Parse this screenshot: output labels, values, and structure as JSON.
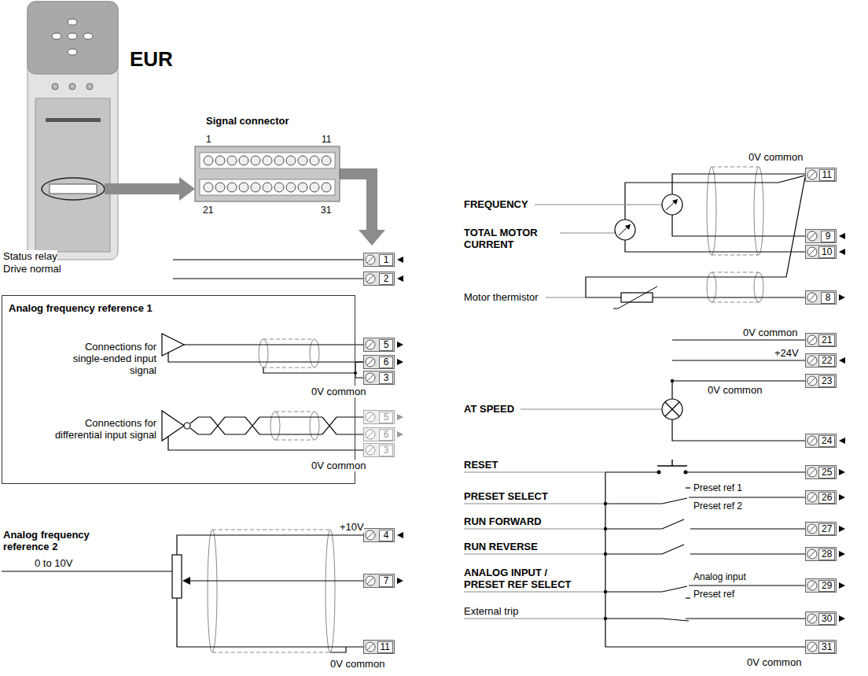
{
  "diagram": {
    "nodes": [
      {
        "text": [
          "1"
        ]
      },
      {
        "text": [
          "2"
        ]
      },
      {
        "text": [
          "Analog frequency reference 1",
          "Connections for single-ended input signal",
          "Connections for differential input signal"
        ]
      },
      {
        "text": [
          "5"
        ]
      },
      {
        "text": [
          "6"
        ]
      },
      {
        "text": [
          "3"
        ]
      },
      {
        "text": [
          "5"
        ]
      },
      {
        "text": [
          "6"
        ]
      },
      {
        "text": [
          "3"
        ]
      },
      {
        "text": [
          "4"
        ]
      },
      {
        "text": [
          "7"
        ]
      },
      {
        "text": [
          "11"
        ]
      },
      {
        "text": [
          "11"
        ]
      },
      {
        "text": [
          "9"
        ]
      },
      {
        "text": [
          "10"
        ]
      },
      {
        "text": [
          "8"
        ]
      },
      {
        "text": [
          "21"
        ]
      },
      {
        "text": [
          "22"
        ]
      },
      {
        "text": [
          "23"
        ]
      },
      {
        "text": [
          "24"
        ]
      },
      {
        "text": [
          "25"
        ]
      },
      {
        "text": [
          "26"
        ]
      },
      {
        "text": [
          "27"
        ]
      },
      {
        "text": [
          "28"
        ]
      },
      {
        "text": [
          "29"
        ]
      },
      {
        "text": [
          "30"
        ]
      },
      {
        "text": [
          "31"
        ]
      }
    ],
    "edges": [
      {
        "from": 4,
        "to": 5,
        "arrow": "none"
      }
    ],
    "labels": [
      "EUR",
      "Signal connector",
      "1",
      "11",
      "21",
      "31",
      "Status relay",
      "Drive normal",
      "0V common",
      "0V common",
      "+10V",
      "Analog frequency reference 2",
      "0 to 10V",
      "0V common",
      "0V common",
      "FREQUENCY",
      "TOTAL MOTOR CURRENT",
      "Motor thermistor",
      "0V common",
      "+24V",
      "0V common",
      "AT SPEED",
      "RESET",
      "PRESET SELECT",
      "Preset ref 1",
      "Preset ref 2",
      "RUN FORWARD",
      "RUN REVERSE",
      "ANALOG INPUT / PRESET REF SELECT",
      "Analog input",
      "Preset ref",
      "External trip",
      "0V common"
    ]
  }
}
